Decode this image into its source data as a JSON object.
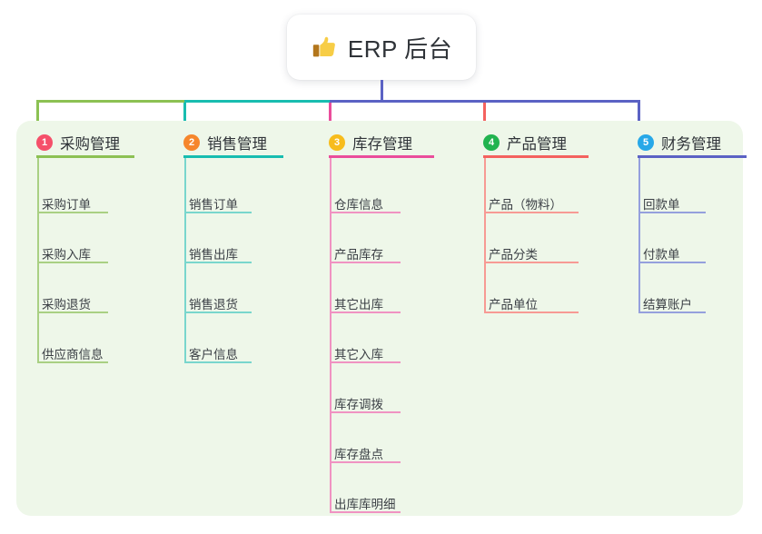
{
  "root": {
    "title": "ERP 后台",
    "icon": "thumbs-up-icon"
  },
  "theme": {
    "page_background": "#ffffff",
    "panel_background": "#eef7e9",
    "root_box_background": "#ffffff",
    "text_color": "#2f3338",
    "leaf_text_color": "#3b3f45",
    "root_stem_color": "#5b62c4"
  },
  "columns": [
    {
      "number": "1",
      "title": "采购管理",
      "badge_color": "#f5506a",
      "line_color": "#8cc153",
      "leaf_line_color": "#a9d083",
      "items": [
        "采购订单",
        "采购入库",
        "采购退货",
        "供应商信息"
      ]
    },
    {
      "number": "2",
      "title": "销售管理",
      "badge_color": "#f6862c",
      "line_color": "#18bdb0",
      "leaf_line_color": "#79d6cd",
      "items": [
        "销售订单",
        "销售出库",
        "销售退货",
        "客户信息"
      ]
    },
    {
      "number": "3",
      "title": "库存管理",
      "badge_color": "#f7bc1c",
      "line_color": "#ea4d9b",
      "leaf_line_color": "#f093c2",
      "items": [
        "仓库信息",
        "产品库存",
        "其它出库",
        "其它入库",
        "库存调拨",
        "库存盘点",
        "出库库明细"
      ]
    },
    {
      "number": "4",
      "title": "产品管理",
      "badge_color": "#21b34f",
      "line_color": "#f4625f",
      "leaf_line_color": "#f79a94",
      "items": [
        "产品（物料）",
        "产品分类",
        "产品单位"
      ]
    },
    {
      "number": "5",
      "title": "财务管理",
      "badge_color": "#27a8e8",
      "line_color": "#5b62c4",
      "leaf_line_color": "#95a0dd",
      "items": [
        "回款单",
        "付款单",
        "结算账户"
      ]
    }
  ]
}
